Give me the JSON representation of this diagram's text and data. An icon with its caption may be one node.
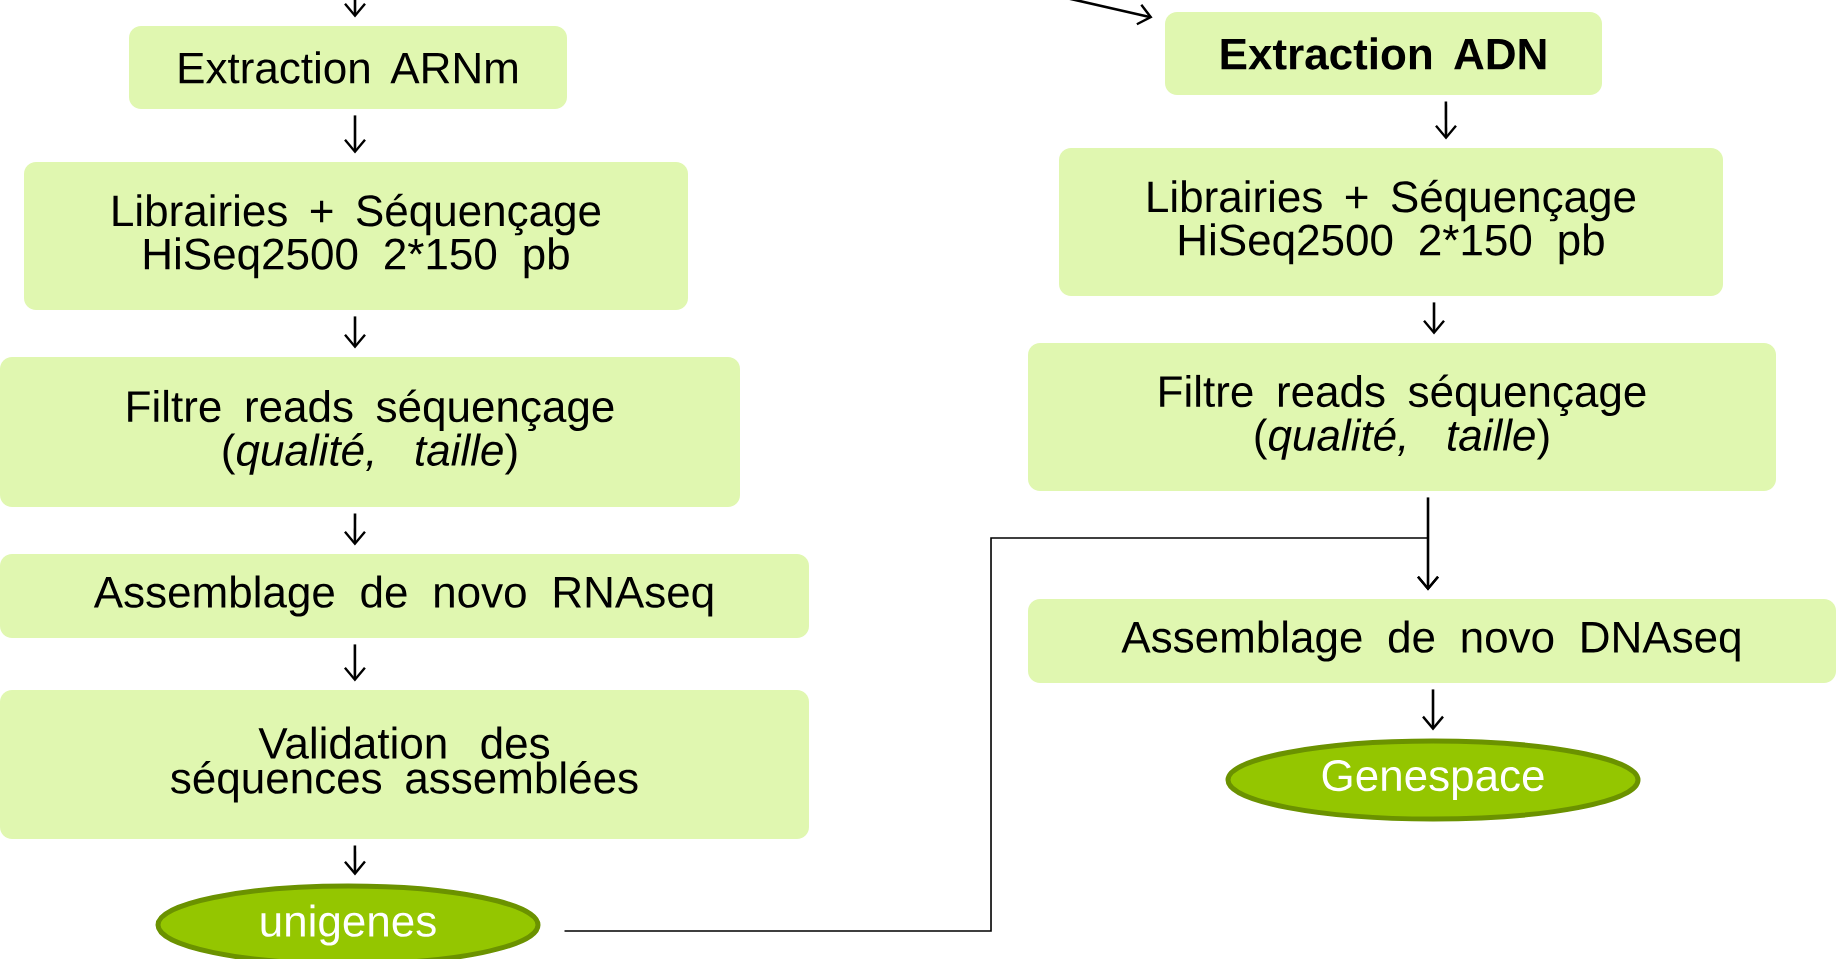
{
  "diagram": {
    "nodes": [
      {
        "text": [
          "Extraction ARNm"
        ]
      },
      {
        "text": [
          "Librairies + Séquençage HiSeq2500 2*150 pb"
        ]
      },
      {
        "text": [
          "Filtre reads séquençage (*qualité, taille*)"
        ]
      },
      {
        "text": [
          "Assemblage de novo RNAseq"
        ]
      },
      {
        "text": [
          "Validation des séquences assemblées"
        ]
      },
      {
        "text": [
          "unigenes"
        ]
      },
      {
        "text": [
          "Extraction ADN"
        ]
      },
      {
        "text": [
          "Librairies + Séquençage HiSeq2500 2*150 pb"
        ]
      },
      {
        "text": [
          "Filtre reads séquençage (*qualité, taille*)"
        ]
      },
      {
        "text": [
          "Assemblage de novo DNAseq"
        ]
      },
      {
        "text": [
          "Genespace"
        ]
      }
    ],
    "edges": [
      {
        "from": null,
        "to": 0,
        "arrow": "to"
      },
      {
        "from": 0,
        "to": 1,
        "arrow": "to"
      },
      {
        "from": 1,
        "to": 2,
        "arrow": "to"
      },
      {
        "from": 2,
        "to": 3,
        "arrow": "to"
      },
      {
        "from": 3,
        "to": 4,
        "arrow": "to"
      },
      {
        "from": 4,
        "to": 5,
        "arrow": "to"
      },
      {
        "from": null,
        "to": 6,
        "arrow": "to"
      },
      {
        "from": 6,
        "to": 7,
        "arrow": "to"
      },
      {
        "from": 7,
        "to": 8,
        "arrow": "to"
      },
      {
        "from": 8,
        "to": 9,
        "arrow": "to"
      },
      {
        "from": 5,
        "to": 9,
        "arrow": "to"
      },
      {
        "from": 9,
        "to": 10,
        "arrow": "to"
      }
    ]
  }
}
